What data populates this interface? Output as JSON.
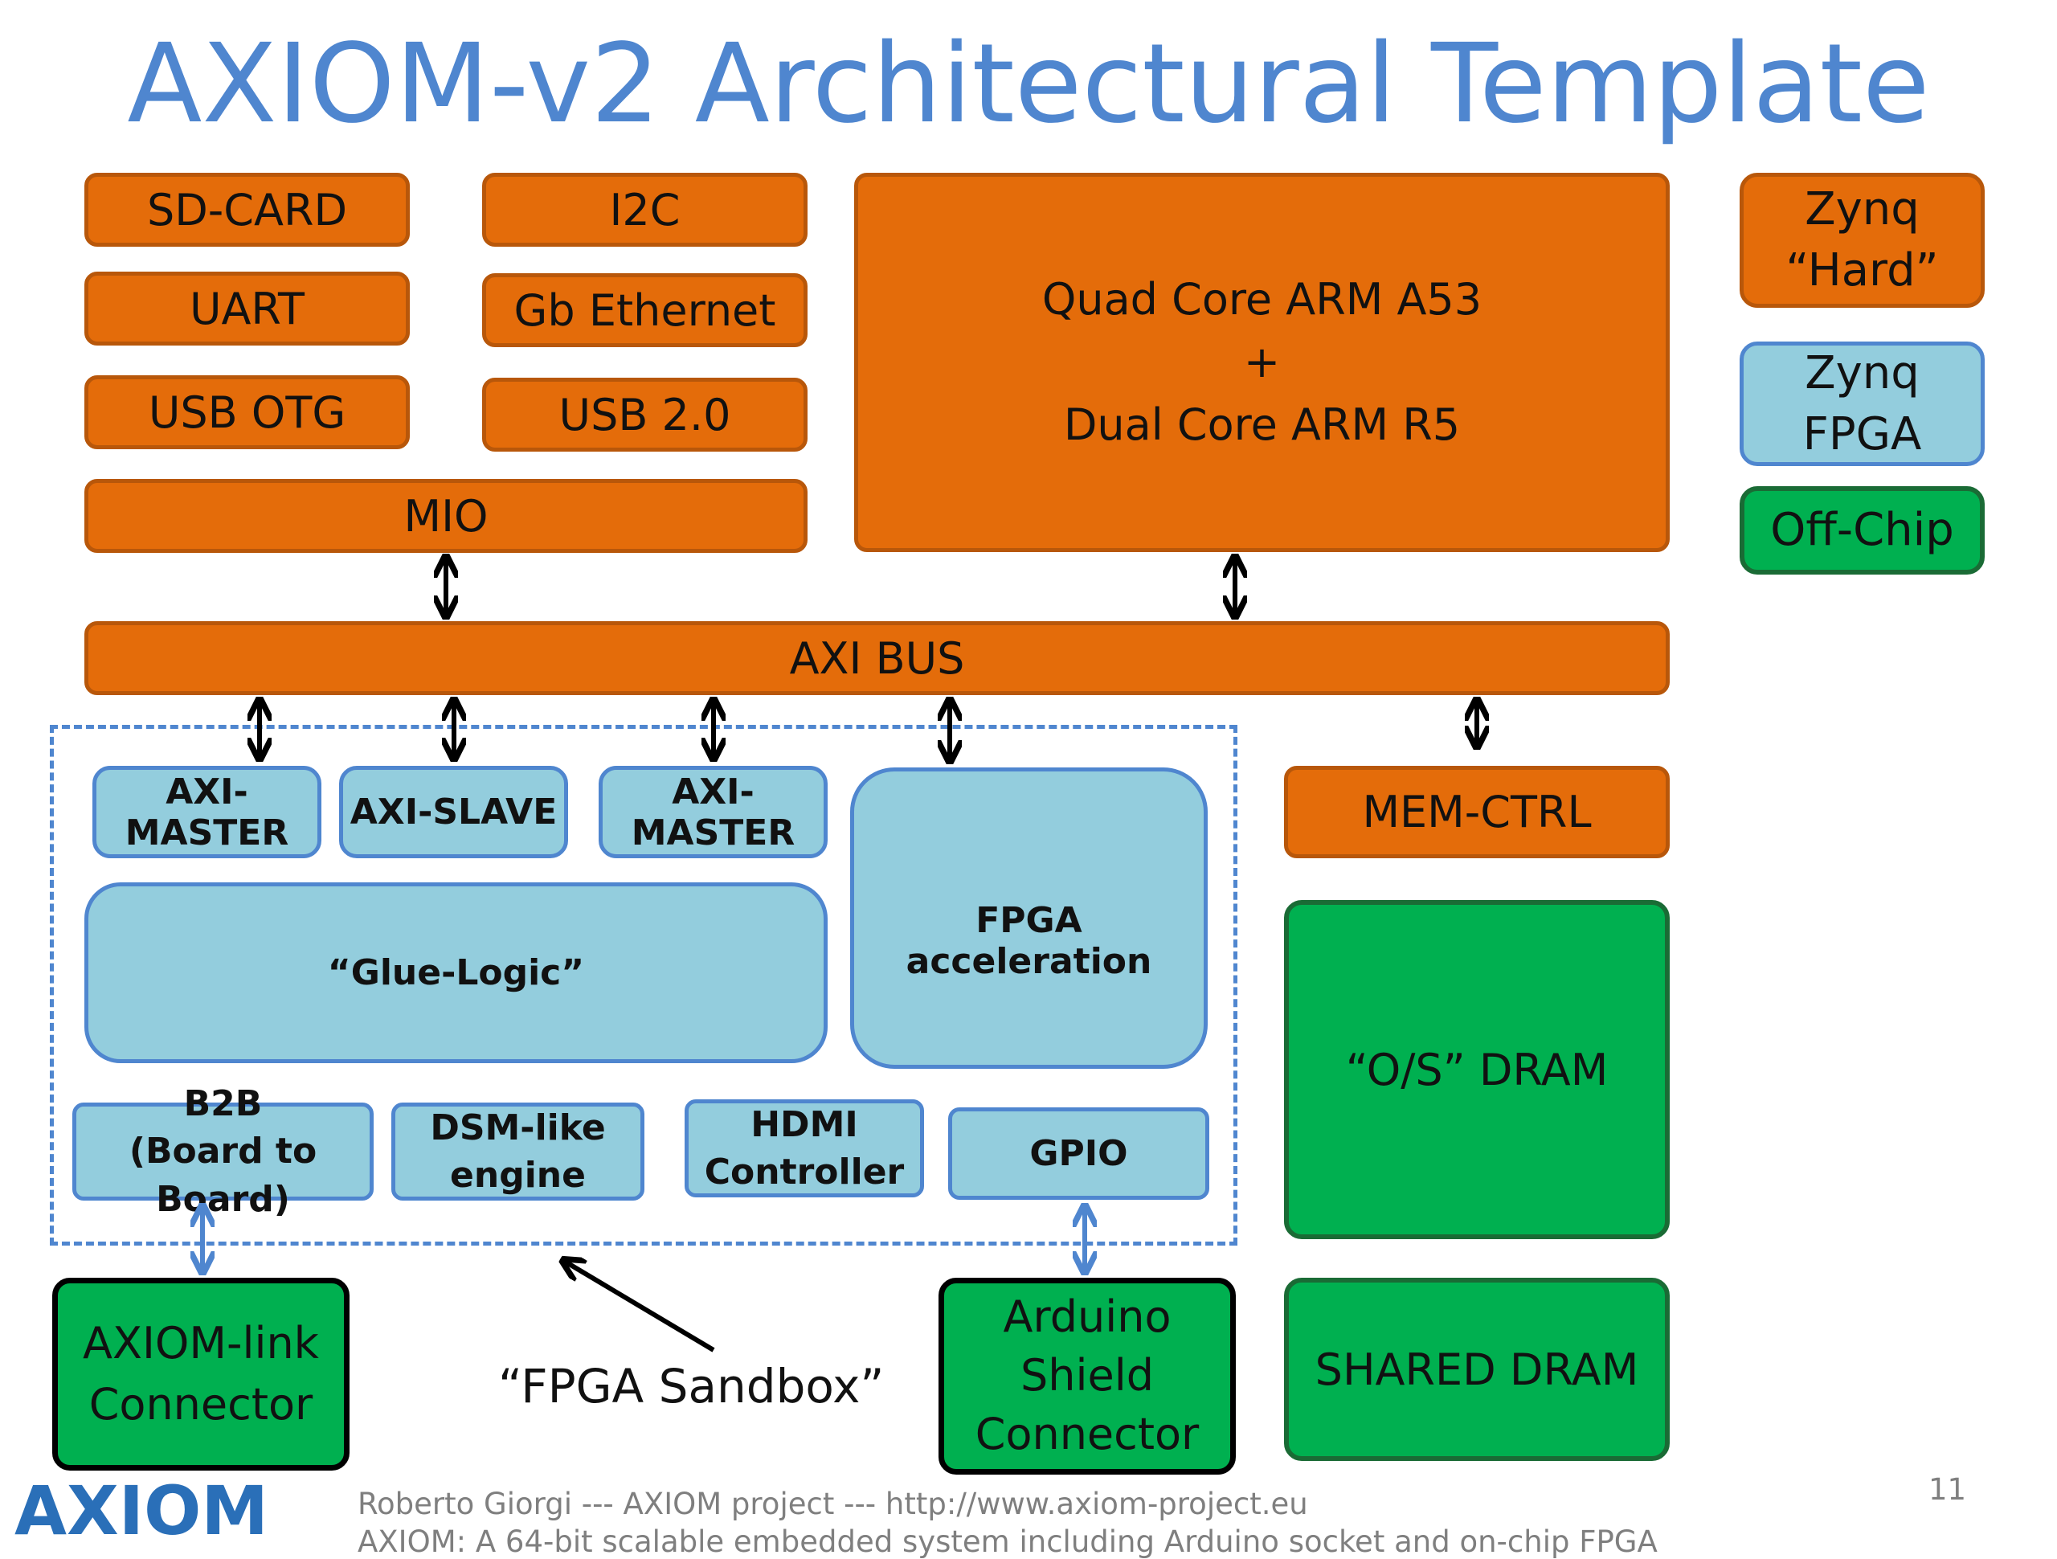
{
  "title": "AXIOM-v2 Architectural Template",
  "blocks": {
    "sd_card": "SD-CARD",
    "i2c": "I2C",
    "uart": "UART",
    "gb_ethernet": "Gb Ethernet",
    "usb_otg": "USB OTG",
    "usb20": "USB 2.0",
    "mio": "MIO",
    "cpu": "Quad Core ARM A53\n+\nDual Core ARM R5",
    "axi_bus": "AXI BUS",
    "axi_master_1": "AXI-MASTER",
    "axi_slave": "AXI-SLAVE",
    "axi_master_2": "AXI-MASTER",
    "fpga_acceleration": "FPGA acceleration",
    "glue_logic": "“Glue-Logic”",
    "b2b": "B2B\n(Board to Board)",
    "dsm_engine": "DSM-like\nengine",
    "hdmi": "HDMI\nController",
    "gpio": "GPIO",
    "mem_ctrl": "MEM-CTRL",
    "os_dram": "“O/S” DRAM",
    "shared_dram": "SHARED DRAM",
    "axiom_link": "AXIOM-link\nConnector",
    "arduino": "Arduino\nShield\nConnector"
  },
  "legend": {
    "hard": "Zynq\n“Hard”",
    "fpga": "Zynq\nFPGA",
    "offchip": "Off-Chip"
  },
  "sandbox_label": "“FPGA Sandbox”",
  "footer": {
    "line1": "Roberto Giorgi  ---   AXIOM project   ---  http://www.axiom-project.eu",
    "line2": "AXIOM: A 64-bit scalable embedded system including Arduino socket and on-chip FPGA",
    "page": "11"
  },
  "logo": "AXIOM",
  "colors": {
    "zynq_hard": "#e46c0a",
    "zynq_fpga": "#93cddd",
    "off_chip": "#00b050",
    "title": "#4f86cf"
  }
}
